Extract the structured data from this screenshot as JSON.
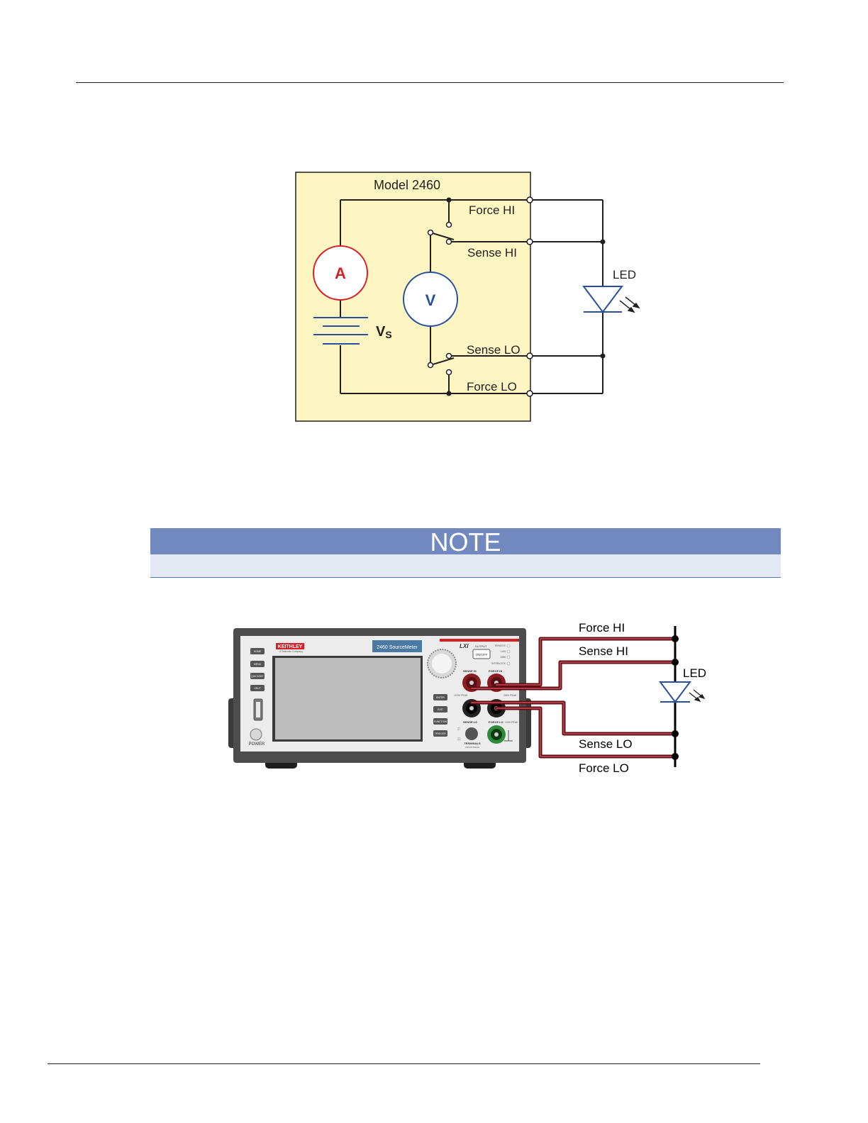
{
  "schematic": {
    "box_label": "Model 2460",
    "force_hi": "Force HI",
    "sense_hi": "Sense HI",
    "sense_lo": "Sense LO",
    "force_lo": "Force LO",
    "ammeter_symbol": "A",
    "voltmeter_symbol": "V",
    "source_label": "V",
    "source_subscript": "S",
    "led_label": "LED"
  },
  "note": {
    "title": "NOTE"
  },
  "wiring": {
    "force_hi": "Force HI",
    "sense_hi": "Sense HI",
    "sense_lo": "Sense LO",
    "force_lo": "Force LO",
    "led_label": "LED",
    "instrument": {
      "brand": "KEITHLEY",
      "brand_sub": "A Tektronix Company",
      "model_badge": "2460 SourceMeter",
      "output_label": "OUTPUT",
      "onoff": "ON/OFF",
      "lxi": "LXI",
      "sense_hi": "SENSE HI",
      "force_hi": "FORCE HI",
      "sense_lo": "SENSE LO",
      "force_lo": "FORCE LO",
      "terminals": "TERMINALS",
      "terminals_sub": "FRONT/REAR",
      "power": "POWER",
      "status_leds": [
        "REMOTE",
        "LAN",
        "1588",
        "INTERLOCK"
      ],
      "left_keys": [
        "HOME",
        "MENU",
        "QUICKSET",
        "HELP"
      ],
      "right_keys": [
        "ENTER",
        "EXIT",
        "FUNCTION",
        "TRIGGER"
      ],
      "peak_hi": "10.5V PEAK",
      "peak_lo": "100V PEAK",
      "peak_lo2": "250V PEAK",
      "front_letter": "F",
      "rear_letter": "R"
    }
  },
  "colors": {
    "schematic_fill": "#fdf6c3",
    "ammeter": "#d71f26",
    "voltmeter": "#2a4f9c",
    "battery": "#2a4f9c",
    "wire_red": "#8c1c24",
    "note_bar": "#7189bf",
    "note_body": "#e3e8f3"
  }
}
